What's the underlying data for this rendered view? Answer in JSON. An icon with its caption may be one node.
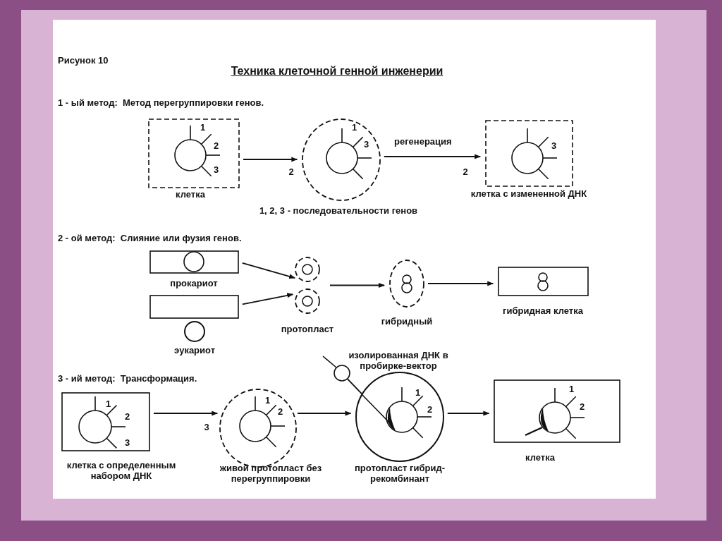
{
  "diagram": {
    "title": "Техника клеточной генной инженерии",
    "nodes": [
      {
        "text": [
          "1",
          "2",
          "3"
        ],
        "beside": [
          "клетка"
        ]
      },
      {
        "text": [
          "1",
          "3"
        ],
        "beside": [
          "2"
        ]
      },
      {
        "text": [
          "3"
        ],
        "beside": [
          "2",
          "клетка с измененной ДНК"
        ]
      },
      {
        "text": [],
        "shape": "box",
        "beside": [
          "прокариот"
        ]
      },
      {
        "text": [],
        "shape": "box"
      },
      {
        "text": [],
        "shape": "circle",
        "beside": [
          "эукариот"
        ]
      },
      {
        "text": [],
        "shape": "circle"
      },
      {
        "text": [],
        "shape": "circle",
        "beside": [
          "протопласт"
        ]
      },
      {
        "text": [],
        "shape": "circle",
        "beside": [
          "гибридный"
        ]
      },
      {
        "text": [],
        "shape": "box",
        "beside": [
          "гибридная клетка"
        ]
      },
      {
        "text": [
          "1",
          "2",
          "3"
        ],
        "beside": [
          "клетка с определенным набором ДНК"
        ]
      },
      {
        "text": [
          "1",
          "2"
        ],
        "beside": [
          "3",
          "живой протопласт без перегруппировки"
        ]
      },
      {
        "text": [],
        "shape": "circle",
        "beside": [
          "изолированная ДНК в пробирке-вектор"
        ]
      },
      {
        "text": [
          "1",
          "2"
        ],
        "beside": [
          "протопласт гибрид-рекомбинант"
        ]
      },
      {
        "text": [
          "1",
          "2"
        ],
        "beside": [
          "клетка"
        ]
      }
    ],
    "edges": [
      {
        "from": 0,
        "to": 1,
        "arrow": "to"
      },
      {
        "from": 1,
        "to": 2,
        "arrow": "to",
        "label": "регенерация"
      },
      {
        "from": 3,
        "to": 6,
        "arrow": "to"
      },
      {
        "from": 4,
        "to": 7,
        "arrow": "to"
      },
      {
        "from": 6,
        "to": 8,
        "arrow": "to"
      },
      {
        "from": 7,
        "to": 8,
        "arrow": "to"
      },
      {
        "from": 8,
        "to": 9,
        "arrow": "to"
      },
      {
        "from": 10,
        "to": 11,
        "arrow": "to"
      },
      {
        "from": 11,
        "to": 13,
        "arrow": "to"
      },
      {
        "from": 12,
        "to": 13,
        "arrow": "none"
      },
      {
        "from": 13,
        "to": 14,
        "arrow": "to"
      }
    ],
    "labels": [
      "Рисунок 10",
      "1 - ый метод:  Метод перегруппировки генов.",
      "1, 2, 3 - последовательности генов",
      "2 - ой метод:  Слияние или фузия генов.",
      "3 - ий метод:  Трансформация."
    ]
  }
}
